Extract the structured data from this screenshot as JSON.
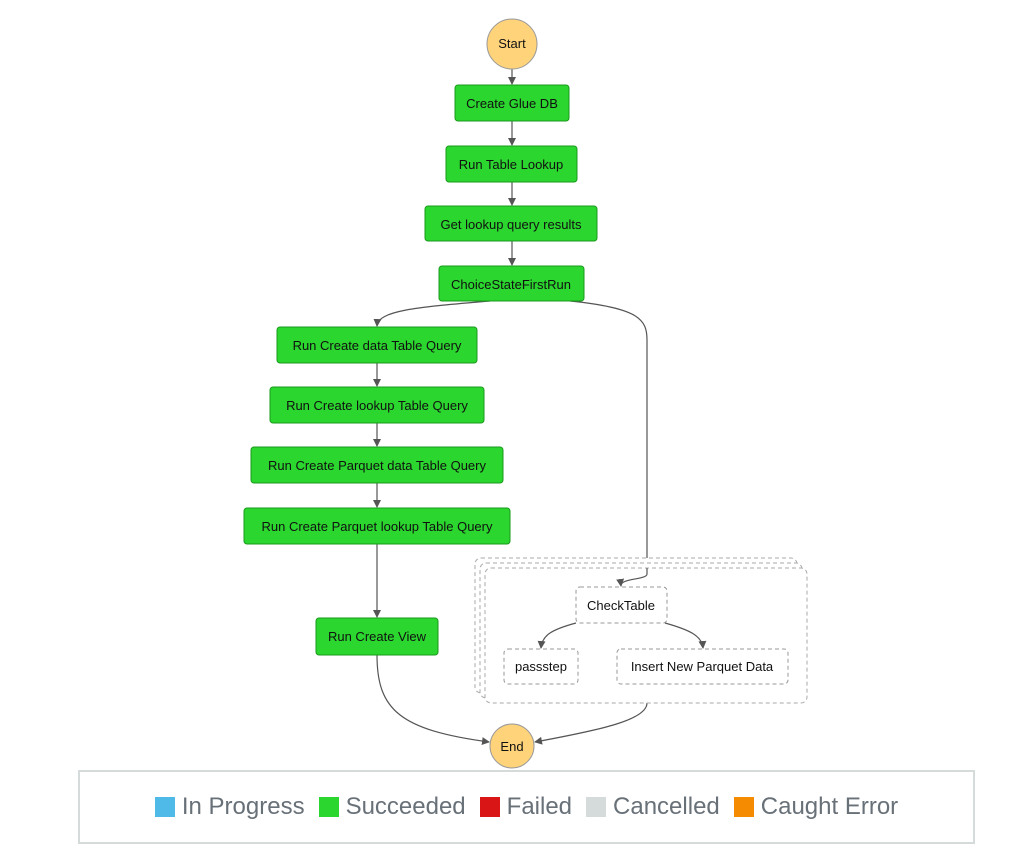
{
  "nodes": {
    "start": "Start",
    "create_glue_db": "Create Glue DB",
    "run_table_lookup": "Run Table Lookup",
    "get_lookup_results": "Get lookup query results",
    "choice_first_run": "ChoiceStateFirstRun",
    "create_data_table": "Run Create data Table Query",
    "create_lookup_table": "Run Create lookup Table Query",
    "create_parquet_data": "Run Create Parquet data Table Query",
    "create_parquet_lookup": "Run Create Parquet lookup Table Query",
    "create_view": "Run Create View",
    "check_table": "CheckTable",
    "passstep": "passstep",
    "insert_parquet": "Insert New Parquet Data",
    "end": "End"
  },
  "legend": {
    "in_progress": "In Progress",
    "succeeded": "Succeeded",
    "failed": "Failed",
    "cancelled": "Cancelled",
    "caught_error": "Caught Error"
  },
  "colors": {
    "in_progress": "#4fb9e7",
    "succeeded": "#2bd62e",
    "failed": "#d91515",
    "cancelled": "#d5dbdb",
    "caught_error": "#f58b00",
    "start_end": "#ffd37a",
    "not_started_border": "#999999"
  }
}
